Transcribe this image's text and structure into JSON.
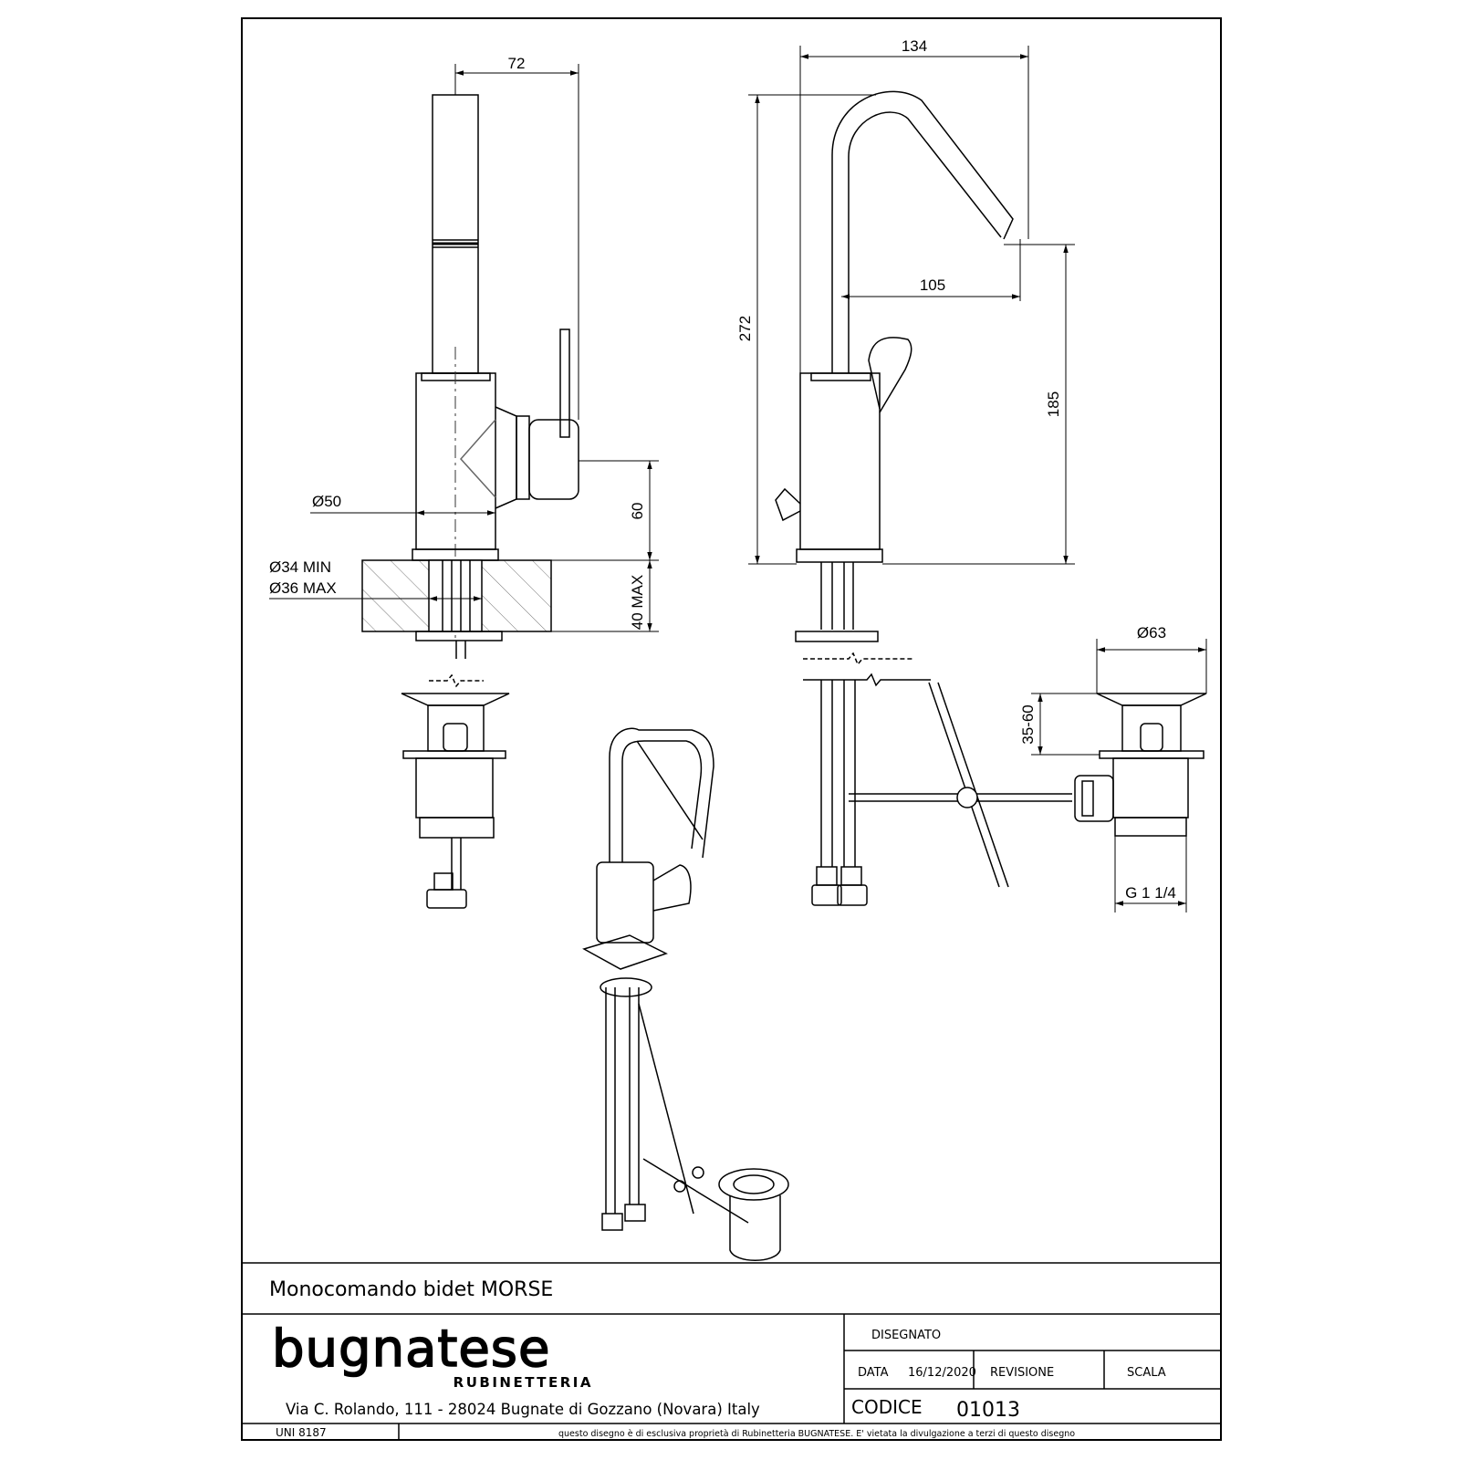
{
  "dimensions": {
    "d72": "72",
    "d134": "134",
    "d105": "105",
    "d272": "272",
    "d185": "185",
    "d60": "60",
    "d50": "Ø50",
    "d34min": "Ø34 MIN",
    "d36max": "Ø36 MAX",
    "d40max": "40 MAX",
    "d63": "Ø63",
    "d3560": "35-60",
    "g114": "G 1 1/4"
  },
  "title_block": {
    "title": "Monocomando bidet MORSE",
    "brand_name": "bugnatese",
    "brand_sub": "RUBINETTERIA",
    "address": "Via C. Rolando, 111 - 28024 Bugnate di Gozzano (Novara) Italy",
    "disegnato_label": "DISEGNATO",
    "data_label": "DATA",
    "data_value": "16/12/2020",
    "revisione_label": "REVISIONE",
    "scala_label": "SCALA",
    "codice_label": "CODICE",
    "codice_value": "01013",
    "uni": "UNI 8187",
    "notice": "questo disegno è di esclusiva proprietà di Rubinetteria BUGNATESE. E' vietata la divulgazione a terzi di questo disegno"
  }
}
